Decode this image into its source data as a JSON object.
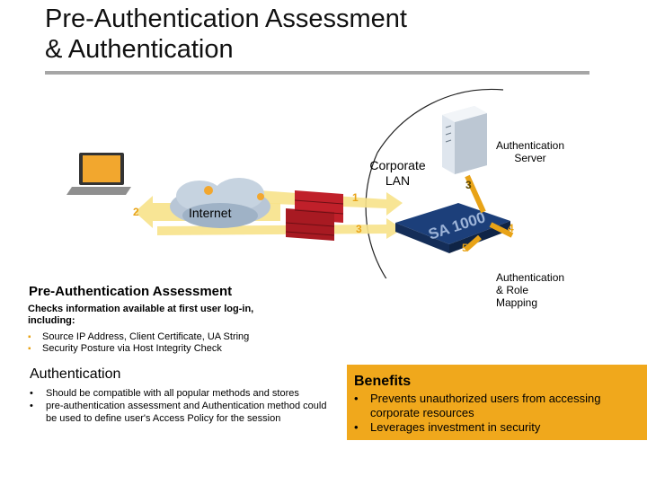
{
  "slide": {
    "title_line1": "Pre-Authentication Assessment",
    "title_line2": "& Authentication"
  },
  "diagram": {
    "corporate_lan_line1": "Corporate",
    "corporate_lan_line2": "LAN",
    "auth_server_line1": "Authentication",
    "auth_server_line2": "Server",
    "internet": "Internet",
    "role_mapping_line1": "Authentication",
    "role_mapping_line2": "& Role",
    "role_mapping_line3": "Mapping",
    "appliance_label": "SA 1000",
    "steps": [
      "1",
      "2",
      "3",
      "3",
      "4",
      "5"
    ],
    "colors": {
      "arrow": "#f7e28a",
      "accent": "#e8a317",
      "firewall": "#c0202a",
      "appliance": "#1c3f7a"
    }
  },
  "pre_auth": {
    "heading": "Pre-Authentication Assessment",
    "description": "Checks information available at first user log-in, including:",
    "bullets": [
      "Source IP Address, Client Certificate, UA String",
      "Security Posture via Host Integrity Check"
    ]
  },
  "authentication": {
    "heading": "Authentication",
    "bullets": [
      "Should be compatible with all popular methods and stores",
      "pre-authentication assessment and Authentication method could be used to define user's Access Policy for the session"
    ]
  },
  "benefits": {
    "heading": "Benefits",
    "bullets": [
      "Prevents unauthorized users from accessing corporate resources",
      "Leverages investment in security"
    ]
  }
}
